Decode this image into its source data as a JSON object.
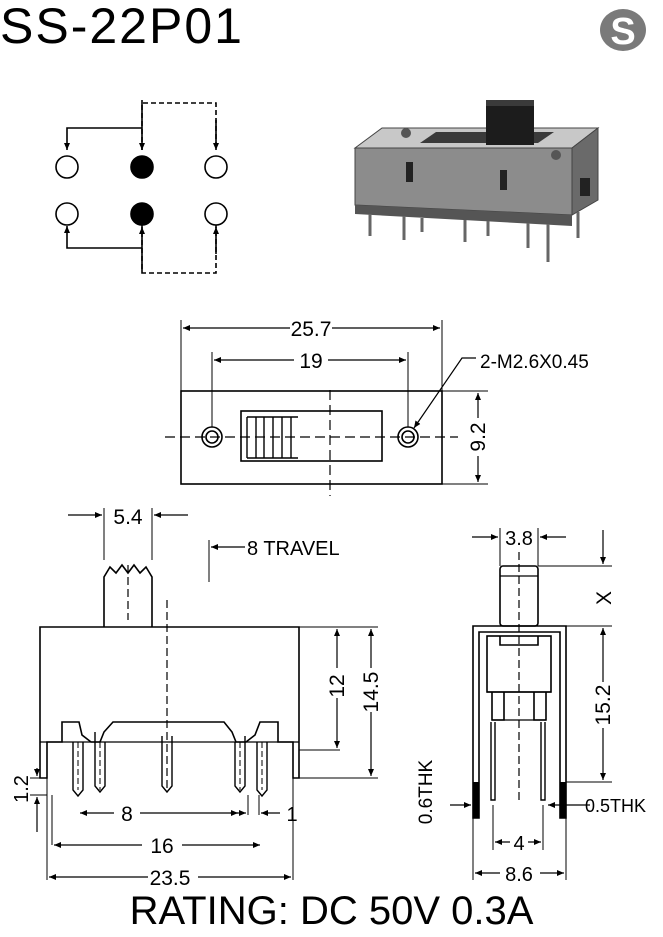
{
  "header": {
    "part_number": "SS-22P01",
    "logo_letter": "S"
  },
  "top_view": {
    "width_dim": "25.7",
    "hole_pitch_dim": "19",
    "height_dim": "9.2",
    "hole_callout": "2-M2.6X0.45"
  },
  "front_view": {
    "actuator_width_dim": "5.4",
    "travel_dim": "8 TRAVEL",
    "body_height_dim": "12",
    "overall_height_dim": "14.5",
    "pin_length_dim": "1.2",
    "pin_pitch_dim": "8",
    "outer_pin_span_dim": "16",
    "pin_width_dim": "1",
    "overall_width_dim": "23.5"
  },
  "side_view": {
    "actuator_dim": "3.8",
    "actuator_height_dim": "X",
    "body_height_dim": "15.2",
    "frame_thickness_dim": "0.6THK",
    "pin_thickness_dim": "0.5THK",
    "pin_row_pitch_dim": "4",
    "overall_depth_dim": "8.6"
  },
  "footer": {
    "rating": "RATING: DC 50V 0.3A"
  },
  "colors": {
    "line": "#000000",
    "photo_body": "#8c8c8c",
    "logo_gray": "#7a7a7a"
  }
}
